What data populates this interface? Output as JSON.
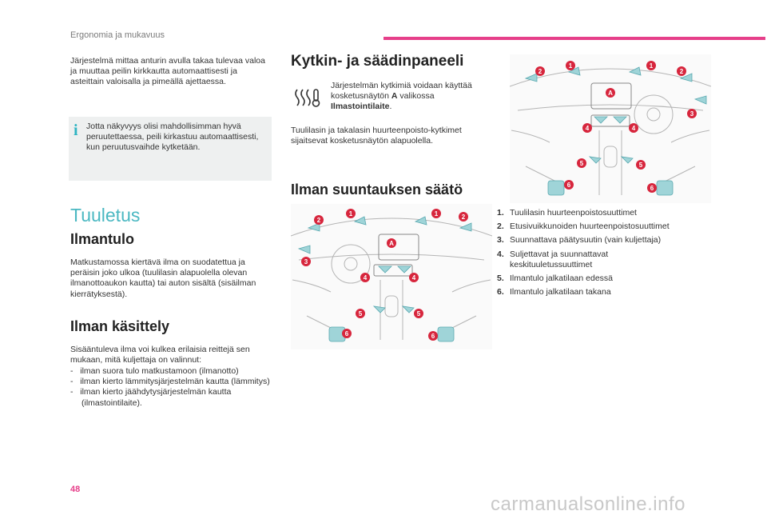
{
  "header": {
    "section_title": "Ergonomia ja mukavuus"
  },
  "col1": {
    "intro": "Järjestelmä mittaa anturin avulla takaa tulevaa valoa ja muuttaa peilin kirkkautta automaattisesti ja asteittain valoisalla ja pimeällä ajettaessa.",
    "info_box": "Jotta näkyvyys olisi mahdollisimman hyvä peruutettaessa, peili kirkastuu automaattisesti, kun peruutusvaihde kytketään.",
    "section_title": "Tuuletus",
    "sub1_title": "Ilmantulo",
    "sub1_text": "Matkustamossa kiertävä ilma on suodatettua ja peräisin joko ulkoa (tuulilasin alapuolella olevan ilmanottoaukon kautta) tai auton sisältä (sisäilman kierrätyksestä).",
    "sub2_title": "Ilman käsittely",
    "sub2_intro": "Sisääntuleva ilma voi kulkea erilaisia reittejä sen mukaan, mitä kuljettaja on valinnut:",
    "sub2_items": [
      "ilman suora tulo matkustamoon (ilmanotto)",
      "ilman kierto lämmitysjärjestelmän kautta (lämmitys)",
      "ilman kierto jäähdytysjärjestelmän kautta (ilmastointilaite)."
    ]
  },
  "col2": {
    "title": "Kytkin- ja säädinpaneeli",
    "icon_text_before": "Järjestelmän kytkimiä voidaan käyttää kosketusnäytön ",
    "icon_text_bold_a": "A",
    "icon_text_mid": " valikossa ",
    "icon_text_bold_menu": "Ilmastointilaite",
    "icon_text_end": ".",
    "para": "Tuulilasin ja takalasin huurteenpoisto-kytkimet sijaitsevat kosketusnäytön alapuolella.",
    "title2": "Ilman suuntauksen säätö"
  },
  "diagram_labels": {
    "left": [
      "1",
      "1",
      "2",
      "2",
      "3",
      "A",
      "4",
      "4",
      "5",
      "5",
      "6",
      "6"
    ],
    "right": [
      "2",
      "1",
      "1",
      "2",
      "A",
      "3",
      "4",
      "4",
      "5",
      "5",
      "6",
      "6"
    ]
  },
  "legend": [
    {
      "num": "1.",
      "text": "Tuulilasin huurteenpoistosuuttimet"
    },
    {
      "num": "2.",
      "text": "Etusivuikkunoiden huurteenpoistosuuttimet"
    },
    {
      "num": "3.",
      "text": "Suunnattava päätysuutin (vain kuljettaja)"
    },
    {
      "num": "4.",
      "text": "Suljettavat ja suunnattavat keskituuletussuuttimet"
    },
    {
      "num": "5.",
      "text": "Ilmantulo jalkatilaan edessä"
    },
    {
      "num": "6.",
      "text": "Ilmantulo jalkatilaan takana"
    }
  ],
  "footer": {
    "page_number": "48",
    "watermark": "carmanualsonline.info"
  },
  "colors": {
    "accent_pink": "#e63f8a",
    "heading_teal": "#4bb8c2",
    "marker_red": "#d7263d",
    "vent_teal": "#9fd4d8"
  }
}
